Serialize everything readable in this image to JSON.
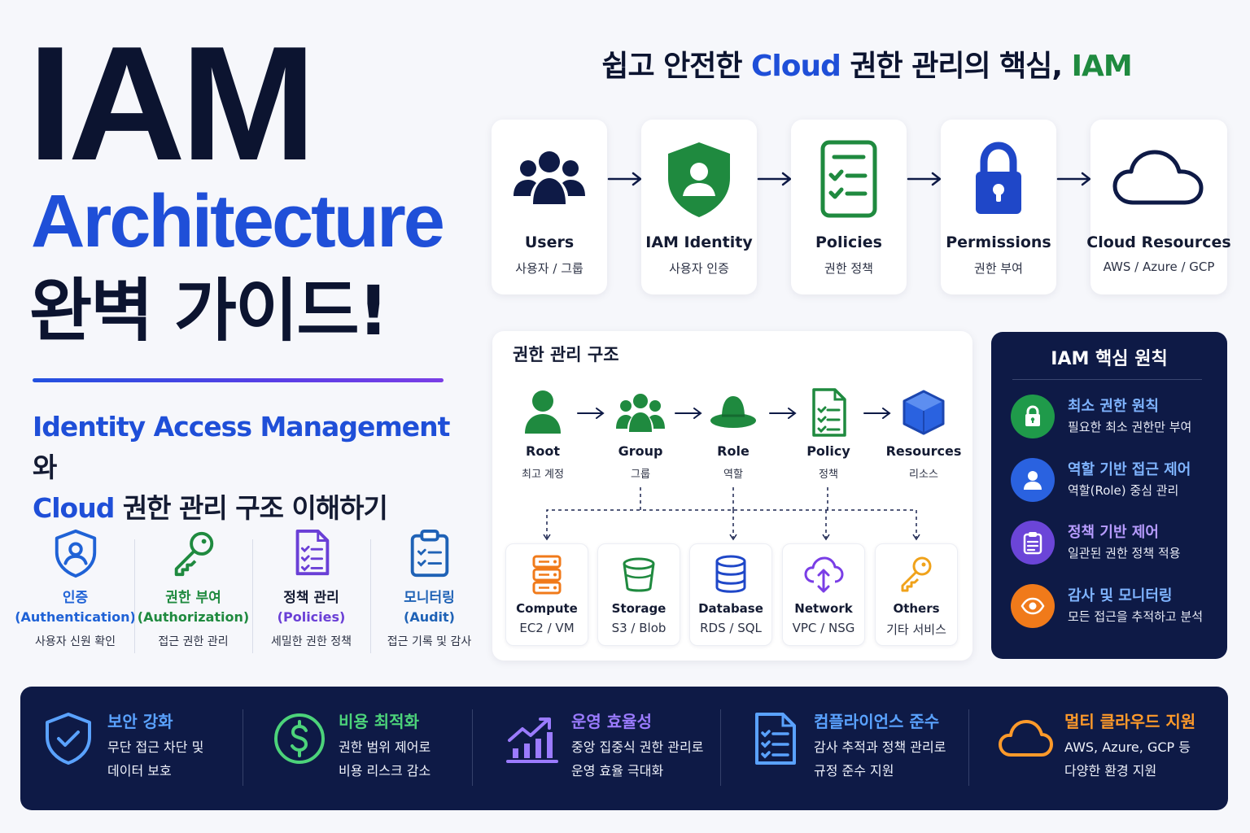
{
  "hero": {
    "title_line1": "IAM",
    "title_line2": "Architecture",
    "title_line3": "완벽 가이드!",
    "subtitle_blue1": "Identity Access Management",
    "subtitle_dark1": "와",
    "subtitle_blue2": "Cloud",
    "subtitle_dark2": " 권한 관리 구조 이해하기"
  },
  "features": [
    {
      "label": "인증",
      "sub": "(Authentication)",
      "desc": "사용자 신원 확인",
      "color": "#1f62d6",
      "icon": "user-shield-icon"
    },
    {
      "label": "권한 부여",
      "sub": "(Authorization)",
      "desc": "접근 권한 관리",
      "color": "#1f8a3f",
      "icon": "key-icon"
    },
    {
      "label": "정책 관리",
      "sub": "(Policies)",
      "desc": "세밀한 권한 정책",
      "color": "#6a3fd6",
      "icon": "policy-document-icon"
    },
    {
      "label": "모니터링",
      "sub": "(Audit)",
      "desc": "접근 기록 및 감사",
      "color": "#1f62b6",
      "icon": "clipboard-checklist-icon"
    }
  ],
  "top": {
    "title_part1": "쉽고 안전한 ",
    "title_part2": "Cloud",
    "title_part3": " 권한 관리의 핵심, ",
    "title_part4": "IAM",
    "flow": [
      {
        "label": "Users",
        "sub": "사용자 / 그룹",
        "icon": "users-group-icon"
      },
      {
        "label": "IAM Identity",
        "sub": "사용자 인증",
        "icon": "identity-shield-icon"
      },
      {
        "label": "Policies",
        "sub": "권한 정책",
        "icon": "policy-checklist-icon"
      },
      {
        "label": "Permissions",
        "sub": "권한 부여",
        "icon": "lock-icon"
      },
      {
        "label": "Cloud Resources",
        "sub": "AWS / Azure / GCP",
        "icon": "cloud-icon"
      }
    ]
  },
  "structure": {
    "title": "권한 관리 구조",
    "nodes": [
      {
        "label": "Root",
        "sub": "최고 계정",
        "icon": "root-user-icon"
      },
      {
        "label": "Group",
        "sub": "그룹",
        "icon": "group-icon"
      },
      {
        "label": "Role",
        "sub": "역할",
        "icon": "role-hat-icon"
      },
      {
        "label": "Policy",
        "sub": "정책",
        "icon": "policy-icon"
      },
      {
        "label": "Resources",
        "sub": "리소스",
        "icon": "resource-cube-icon"
      }
    ],
    "services": [
      {
        "label": "Compute",
        "sub": "EC2 / VM",
        "icon": "server-icon"
      },
      {
        "label": "Storage",
        "sub": "S3 / Blob",
        "icon": "bucket-icon"
      },
      {
        "label": "Database",
        "sub": "RDS / SQL",
        "icon": "database-icon"
      },
      {
        "label": "Network",
        "sub": "VPC / NSG",
        "icon": "network-cloud-icon"
      },
      {
        "label": "Others",
        "sub": "기타 서비스",
        "icon": "key-icon"
      }
    ]
  },
  "principles": {
    "title": "IAM 핵심 원칙",
    "items": [
      {
        "title": "최소 권한 원칙",
        "desc": "필요한 최소 권한만 부여",
        "color": "#1f9a4a",
        "title_color": "#7fb4ff",
        "icon": "lock-icon"
      },
      {
        "title": "역할 기반 접근 제어",
        "desc": "역할(Role) 중심 관리",
        "color": "#2a62e0",
        "title_color": "#7fb4ff",
        "icon": "user-icon"
      },
      {
        "title": "정책 기반 제어",
        "desc": "일관된 권한 정책 적용",
        "color": "#6b45d8",
        "title_color": "#b79cff",
        "icon": "clipboard-icon"
      },
      {
        "title": "감사 및 모니터링",
        "desc": "모든 접근을 추적하고 분석",
        "color": "#f07a1a",
        "title_color": "#7fb4ff",
        "icon": "eye-icon"
      }
    ]
  },
  "benefits": [
    {
      "title": "보안 강화",
      "line1": "무단 접근 차단 및",
      "line2": "데이터 보호",
      "color": "#5aa2ff",
      "icon": "shield-check-icon"
    },
    {
      "title": "비용 최적화",
      "line1": "권한 범위 제어로",
      "line2": "비용 리스크 감소",
      "color": "#4cd37a",
      "icon": "dollar-icon"
    },
    {
      "title": "운영 효율성",
      "line1": "중앙 집중식 권한 관리로",
      "line2": "운영 효율 극대화",
      "color": "#9b7bff",
      "icon": "chart-growth-icon"
    },
    {
      "title": "컴플라이언스 준수",
      "line1": "감사 추적과 정책 관리로",
      "line2": "규정 준수 지원",
      "color": "#5aa2ff",
      "icon": "document-checklist-icon"
    },
    {
      "title": "멀티 클라우드 지원",
      "line1": "AWS, Azure, GCP 등",
      "line2": "다양한 환경 지원",
      "color": "#ff9a2a",
      "icon": "cloud-icon"
    }
  ]
}
